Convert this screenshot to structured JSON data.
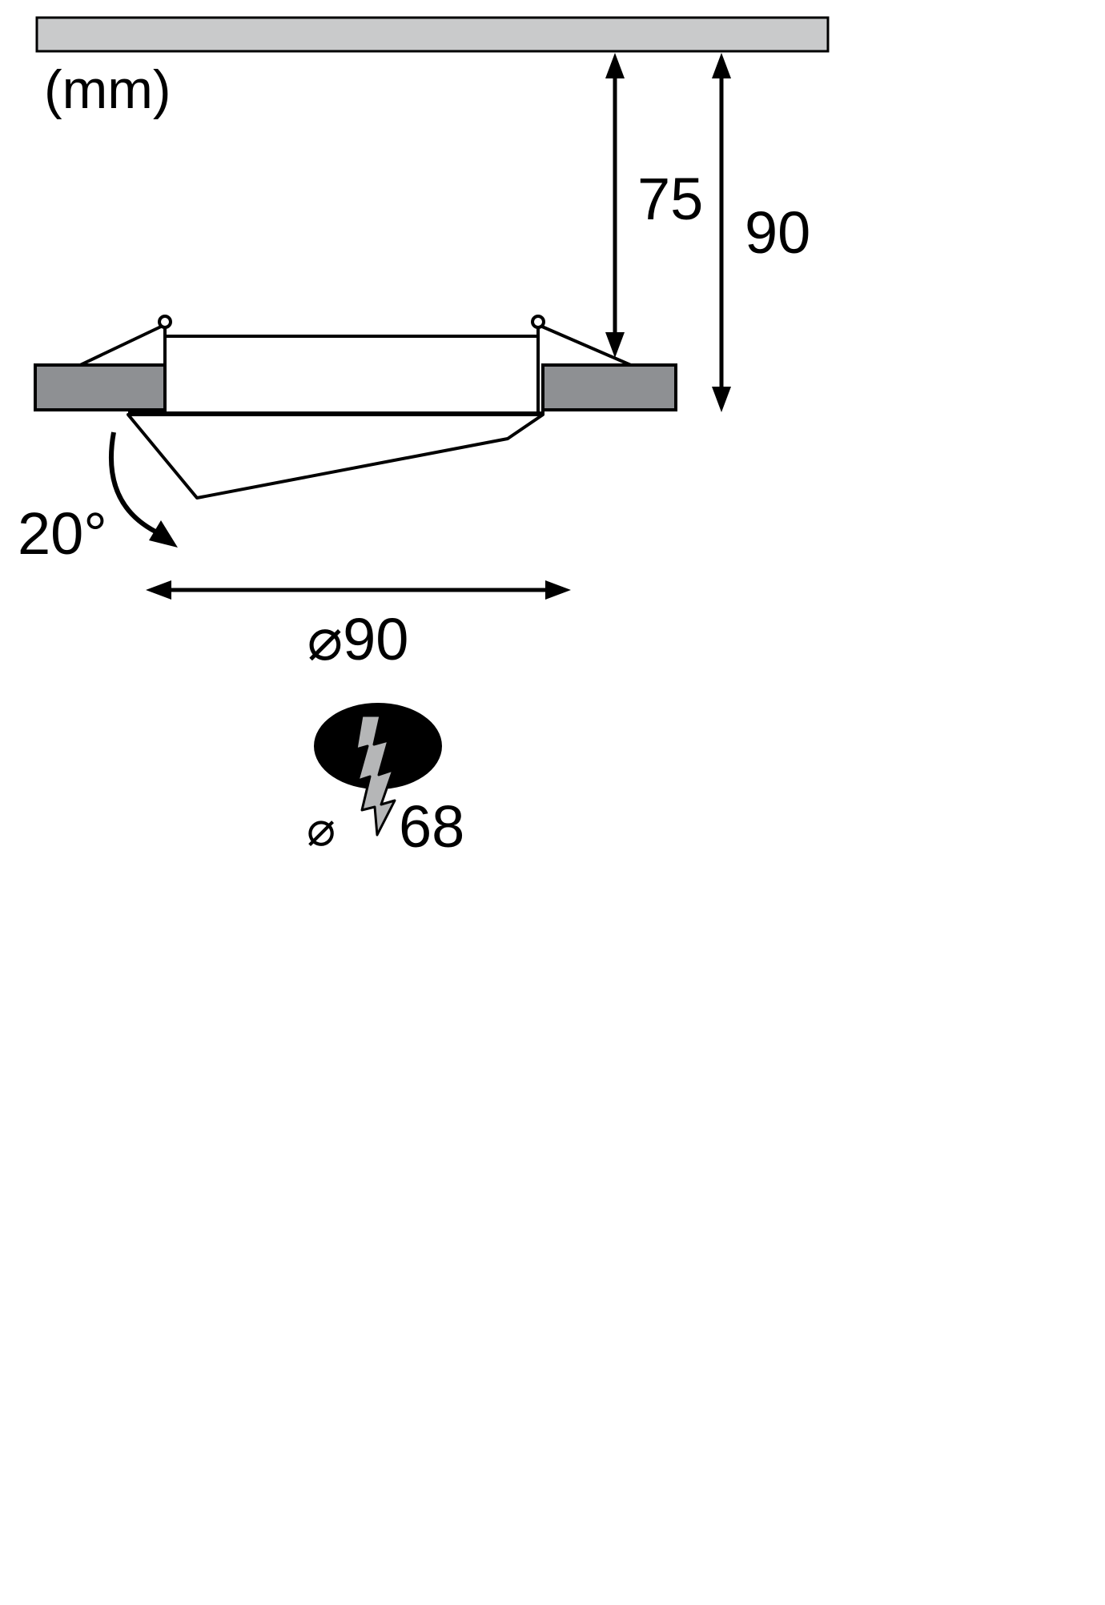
{
  "diagram": {
    "title": "recessed-spotlight-dimension-drawing",
    "unit_label": "(mm)",
    "dims": {
      "depth_75": "75",
      "depth_90": "90",
      "tilt_angle": "20°",
      "outer_diameter": "⌀90",
      "cutout_dia_symbol": "⌀",
      "cutout_dia_value": "68"
    },
    "colors": {
      "ceiling_fill": "#c9cacb",
      "trim_fill": "#8e9093",
      "bolt_fill": "#b5b6b7",
      "line": "#000000",
      "hole_fill": "#000000"
    }
  }
}
